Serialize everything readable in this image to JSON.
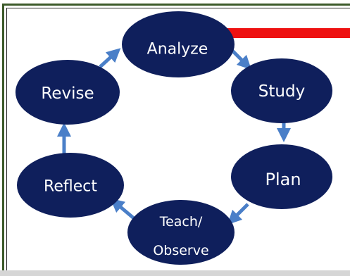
{
  "diagram": {
    "nodes": [
      {
        "id": "analyze",
        "label": "Analyze"
      },
      {
        "id": "study",
        "label": "Study"
      },
      {
        "id": "plan",
        "label": "Plan"
      },
      {
        "id": "teach",
        "label_line1": "Teach/",
        "label_line2": "Observe"
      },
      {
        "id": "reflect",
        "label": "Reflect"
      },
      {
        "id": "revise",
        "label": "Revise"
      }
    ],
    "edges": [
      {
        "from": "analyze",
        "to": "study"
      },
      {
        "from": "study",
        "to": "plan"
      },
      {
        "from": "plan",
        "to": "teach"
      },
      {
        "from": "teach",
        "to": "reflect"
      },
      {
        "from": "reflect",
        "to": "revise"
      },
      {
        "from": "revise",
        "to": "analyze"
      }
    ]
  },
  "colors": {
    "node_fill": "#0f1f5c",
    "arrow": "#4a7fc8",
    "accent_bar": "#ee1111",
    "frame_border": "#3c5a2a"
  }
}
